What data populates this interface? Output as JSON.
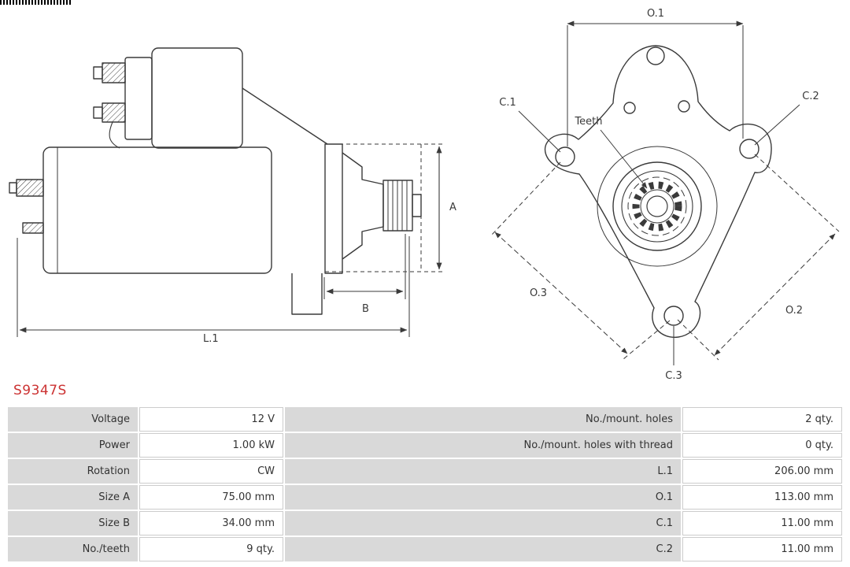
{
  "part_number": "S9347S",
  "colors": {
    "accent_red": "#cc3333",
    "table_label_bg": "#d9d9d9",
    "table_value_border": "#cccccc",
    "line_color": "#3a3a3a",
    "text_color": "#333333"
  },
  "diagram": {
    "labels": {
      "a": "A",
      "b": "B",
      "l1": "L.1",
      "o1": "O.1",
      "o2": "O.2",
      "o3": "O.3",
      "c1": "C.1",
      "c2": "C.2",
      "c3": "C.3",
      "teeth": "Teeth"
    }
  },
  "table": {
    "rows": [
      {
        "label_left": "Voltage",
        "value_left": "12 V",
        "label_right": "No./mount. holes",
        "value_right": "2 qty."
      },
      {
        "label_left": "Power",
        "value_left": "1.00 kW",
        "label_right": "No./mount. holes with thread",
        "value_right": "0 qty."
      },
      {
        "label_left": "Rotation",
        "value_left": "CW",
        "label_right": "L.1",
        "value_right": "206.00 mm"
      },
      {
        "label_left": "Size A",
        "value_left": "75.00 mm",
        "label_right": "O.1",
        "value_right": "113.00 mm"
      },
      {
        "label_left": "Size B",
        "value_left": "34.00 mm",
        "label_right": "C.1",
        "value_right": "11.00 mm"
      },
      {
        "label_left": "No./teeth",
        "value_left": "9 qty.",
        "label_right": "C.2",
        "value_right": "11.00 mm"
      }
    ]
  }
}
